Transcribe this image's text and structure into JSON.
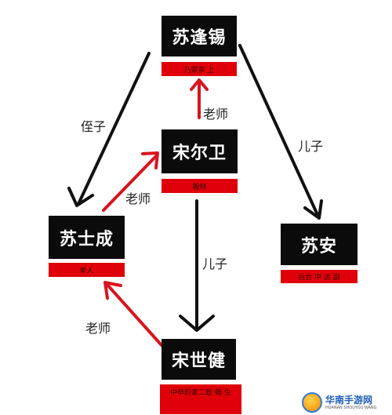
{
  "diagram": {
    "nodes": [
      {
        "id": "su-fengxi",
        "name": "苏逢锡",
        "tag": "乃家亲 上"
      },
      {
        "id": "song-erwei",
        "name": "宋尔卫",
        "tag": "翰林"
      },
      {
        "id": "su-shicheng",
        "name": "苏士成",
        "tag": "举人"
      },
      {
        "id": "su-an",
        "name": "苏安",
        "tag": "后台 中 远 副"
      },
      {
        "id": "song-shijian",
        "name": "宋世健",
        "tag": "中举的家二题 翰 生"
      }
    ],
    "edges": [
      {
        "from": "su-fengxi",
        "to": "su-shicheng",
        "label": "侄子",
        "color": "#111111"
      },
      {
        "from": "su-fengxi",
        "to": "su-an",
        "label": "儿子",
        "color": "#111111"
      },
      {
        "from": "song-erwei",
        "to": "su-fengxi",
        "label": "老师",
        "color": "#d8141e"
      },
      {
        "from": "su-shicheng",
        "to": "song-erwei",
        "label": "老师",
        "color": "#d8141e"
      },
      {
        "from": "song-erwei",
        "to": "song-shijian",
        "label": "儿子",
        "color": "#111111"
      },
      {
        "from": "song-shijian",
        "to": "su-shicheng",
        "label": "老师",
        "color": "#d8141e"
      }
    ]
  },
  "logo": {
    "name": "华南手游网",
    "subtitle": "HUANAN SHOUYOU WANG"
  },
  "colors": {
    "node_bg": "#0b0b0b",
    "tag_bg": "#e0000a",
    "kin_arrow": "#111111",
    "teacher_arrow": "#d8141e"
  }
}
